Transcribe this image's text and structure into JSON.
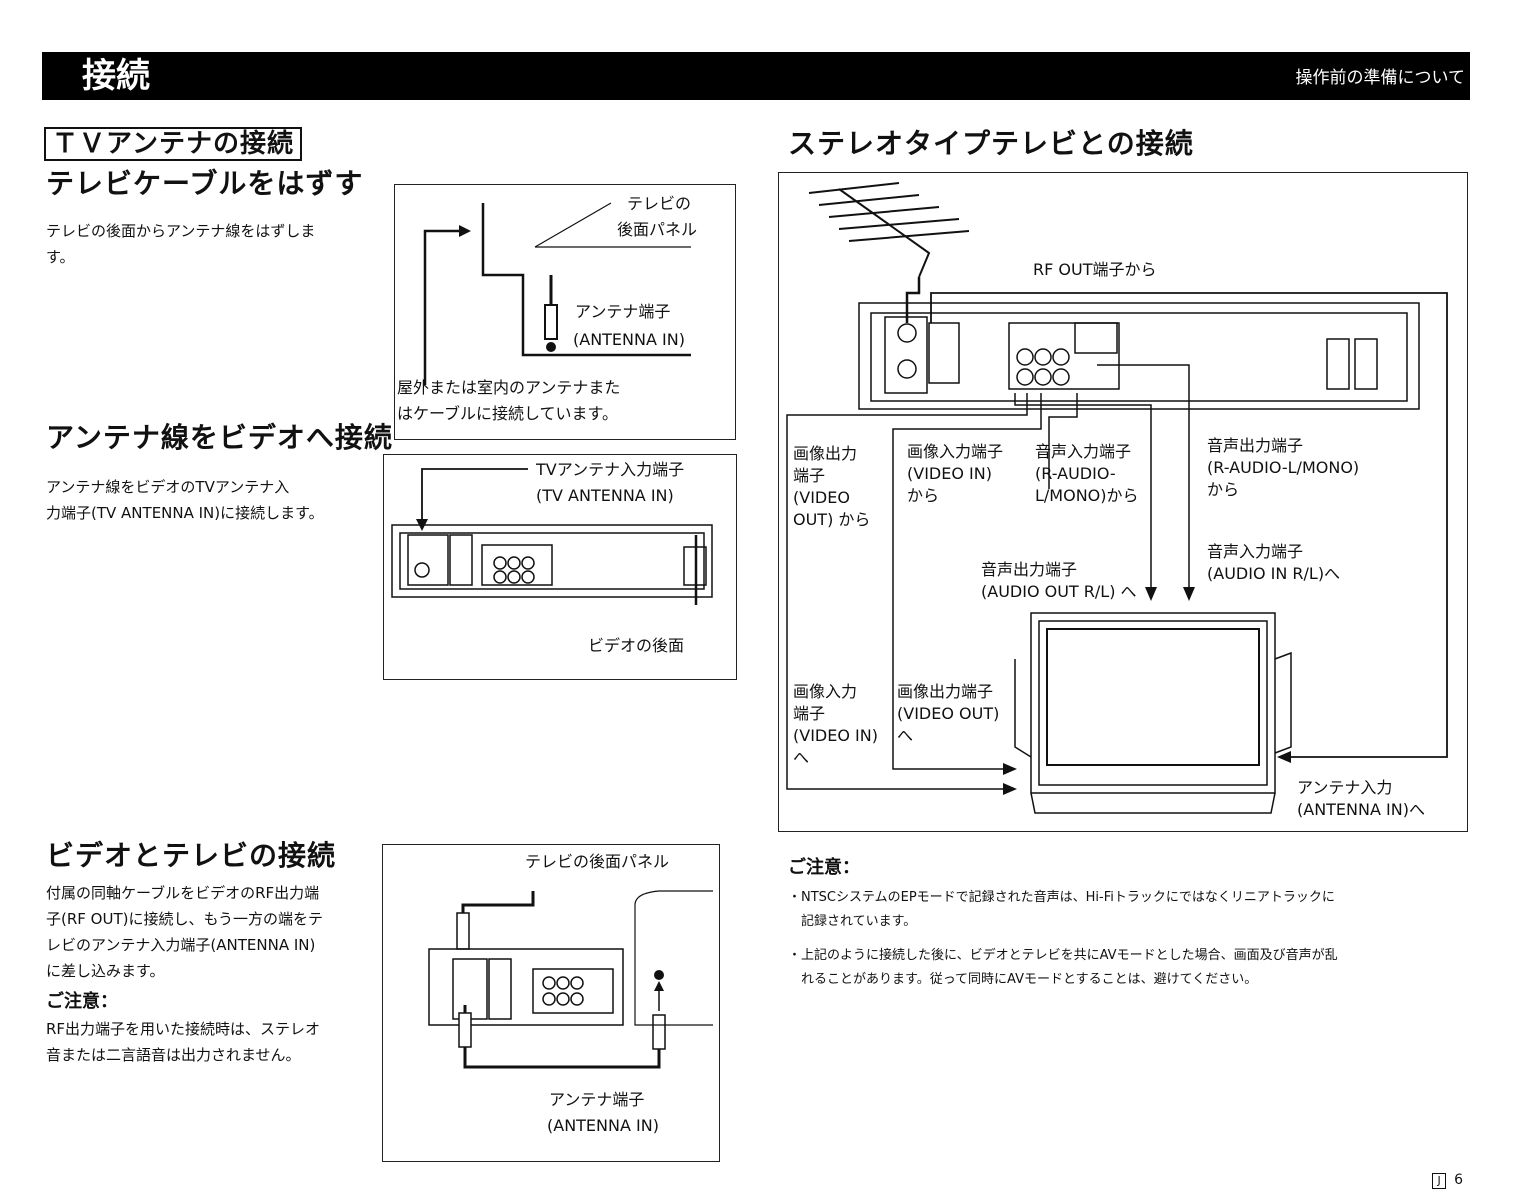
{
  "header": {
    "title": "接続",
    "subtitle": "操作前の準備について"
  },
  "left": {
    "tv_antenna_title": "ＴＶアンテナの接続",
    "sec1_title": "テレビケーブルをはずす",
    "sec1_body": [
      "テレビの後面からアンテナ線をはずしま",
      "す。"
    ],
    "fig1": {
      "label_tv_panel": [
        "テレビの",
        "後面パネル"
      ],
      "label_antenna": [
        "アンテナ端子",
        "(ANTENNA IN)"
      ],
      "label_outdoor": [
        "屋外または室内のアンテナまた",
        "はケーブルに接続しています。"
      ]
    },
    "sec2_title": "アンテナ線をビデオへ接続",
    "sec2_body": [
      "アンテナ線をビデオのTVアンテナ入",
      "力端子(TV ANTENNA IN)に接続します。"
    ],
    "fig2": {
      "label_tv_antenna": [
        "TVアンテナ入力端子",
        "(TV ANTENNA IN)"
      ],
      "label_rear": "ビデオの後面"
    },
    "sec3_title": "ビデオとテレビの接続",
    "sec3_body": [
      "付属の同軸ケーブルをビデオのRF出力端",
      "子(RF OUT)に接続し、もう一方の端をテ",
      "レビのアンテナ入力端子(ANTENNA IN)",
      "に差し込みます。"
    ],
    "sec3_note_title": "ご注意：",
    "sec3_note_body": [
      "RF出力端子を用いた接続時は、ステレオ",
      "音または二言語音は出力されません。"
    ],
    "fig3": {
      "label_tv_panel": "テレビの後面パネル",
      "label_antenna": [
        "アンテナ端子",
        "(ANTENNA IN)"
      ]
    }
  },
  "right": {
    "title": "ステレオタイプテレビとの接続",
    "fig": {
      "rf_out": "RF OUT端子から",
      "video_out_from": [
        "画像出力",
        "端子",
        "(VIDEO",
        " OUT) から"
      ],
      "video_in_from": [
        "画像入力端子",
        "(VIDEO IN)",
        "から"
      ],
      "audio_in_from": [
        "音声入力端子",
        "(R-AUDIO-",
        "L/MONO)から"
      ],
      "audio_out_from": [
        "音声出力端子",
        "(R-AUDIO-L/MONO)",
        "から"
      ],
      "audio_out_to": [
        "音声出力端子",
        "(AUDIO OUT R/L) へ"
      ],
      "audio_in_to": [
        "音声入力端子",
        "(AUDIO IN R/L)へ"
      ],
      "video_in_to": [
        "画像入力",
        "端子",
        "(VIDEO IN)",
        "へ"
      ],
      "video_out_to": [
        "画像出力端子",
        "(VIDEO OUT)",
        "へ"
      ],
      "antenna_in_to": [
        "アンテナ入力",
        "(ANTENNA IN)へ"
      ]
    },
    "note_title": "ご注意：",
    "notes": [
      [
        "・NTSCシステムのEPモードで記録された音声は、Hi-Fiトラックにではなくリニアトラックに",
        "　記録されています。"
      ],
      [
        "・上記のように接続した後に、ビデオとテレビを共にAVモードとした場合、画面及び音声が乱",
        "　れることがあります。従って同時にAVモードとすることは、避けてください。"
      ]
    ]
  },
  "footer": {
    "lang_mark": "J",
    "page": "6"
  }
}
